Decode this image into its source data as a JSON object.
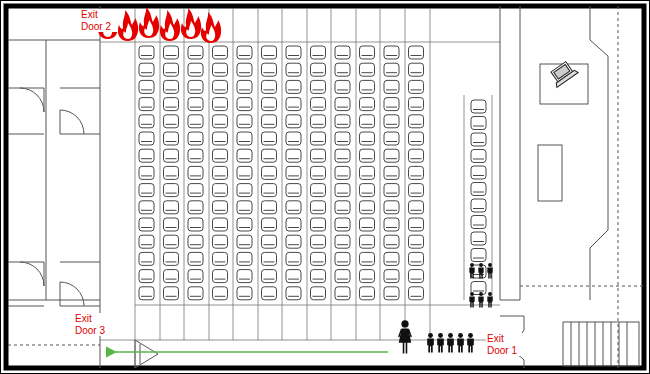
{
  "diagram": {
    "labels": [
      "Exit Door 2",
      "Exit Door 3",
      "Exit Door 1"
    ]
  }
}
